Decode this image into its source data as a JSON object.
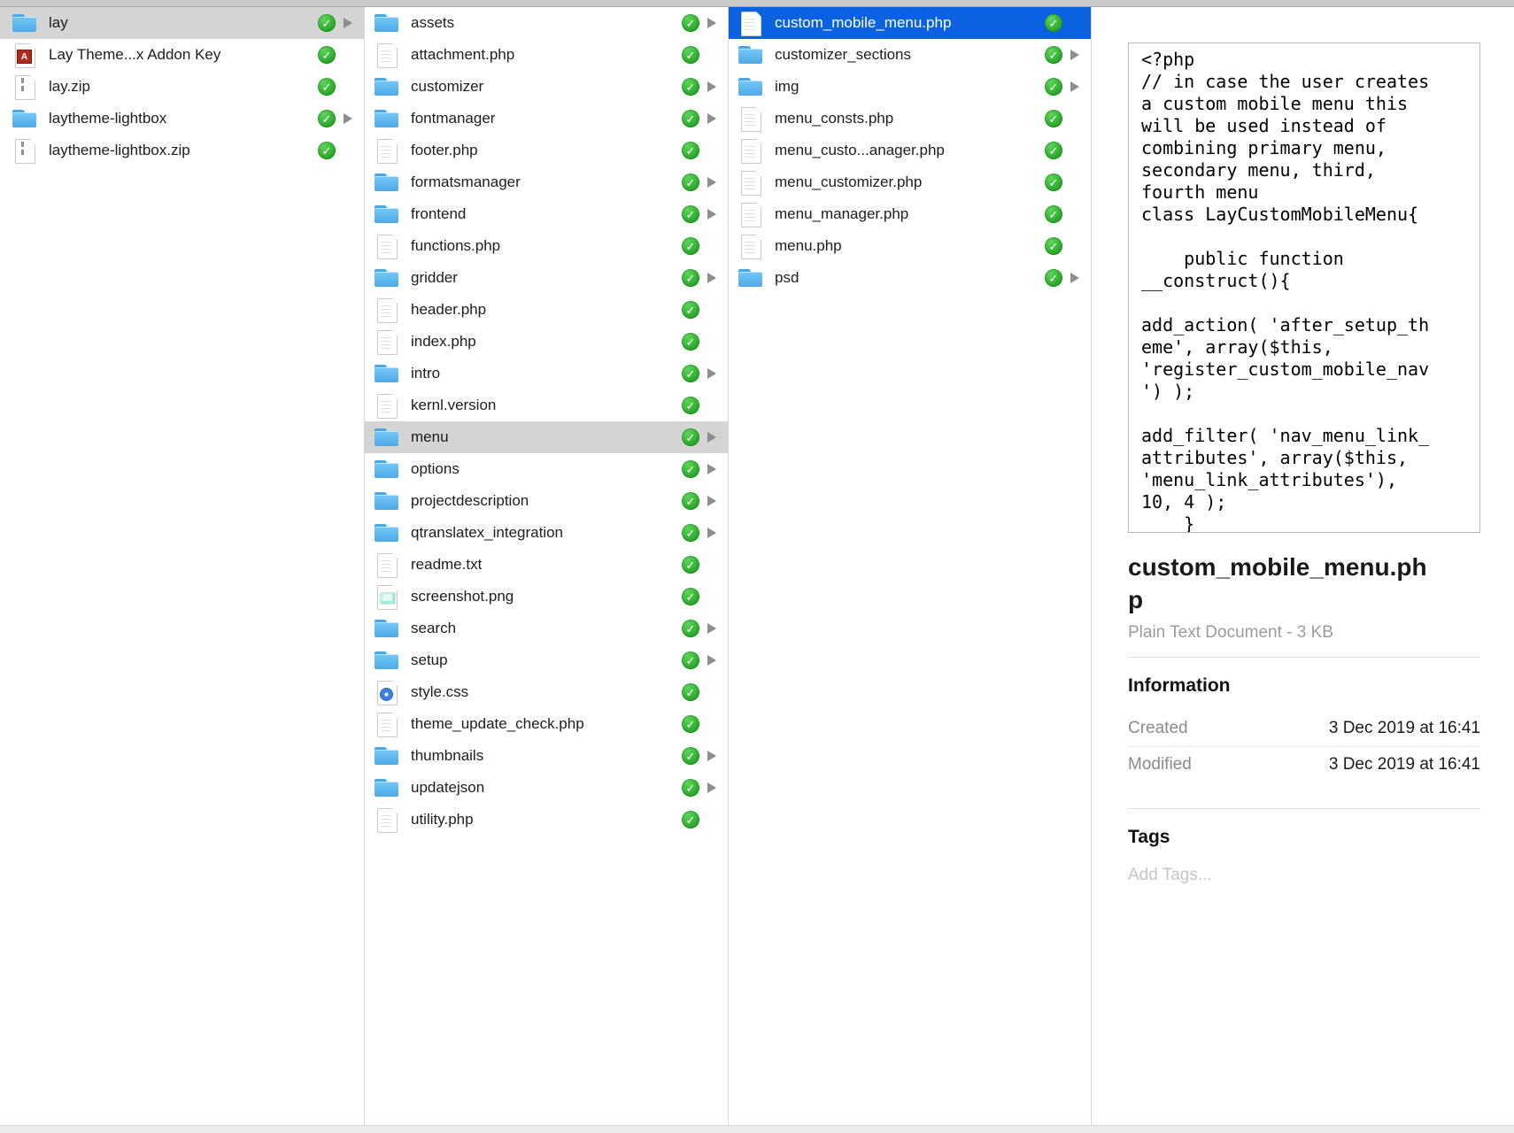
{
  "colors": {
    "selection_blue": "#0a62e1",
    "selection_gray": "#d4d4d4",
    "badge_green": "#2ca52c",
    "folder_blue": "#58b2ea",
    "arrow_gray": "#8d8d8d",
    "placeholder": "#c5c5c9"
  },
  "columns": [
    {
      "items": [
        {
          "label": "lay",
          "icon": "folder",
          "badge": "synced",
          "arrow": true,
          "selected": "inactive"
        },
        {
          "label": "Lay Theme...x Addon Key",
          "icon": "pdf",
          "badge": "synced",
          "arrow": false
        },
        {
          "label": "lay.zip",
          "icon": "zip",
          "badge": "synced",
          "arrow": false
        },
        {
          "label": "laytheme-lightbox",
          "icon": "folder",
          "badge": "synced",
          "arrow": true
        },
        {
          "label": "laytheme-lightbox.zip",
          "icon": "zip",
          "badge": "synced",
          "arrow": false
        }
      ]
    },
    {
      "items": [
        {
          "label": "assets",
          "icon": "folder",
          "badge": "synced",
          "arrow": true
        },
        {
          "label": "attachment.php",
          "icon": "doc",
          "badge": "synced",
          "arrow": false
        },
        {
          "label": "customizer",
          "icon": "folder",
          "badge": "synced",
          "arrow": true
        },
        {
          "label": "fontmanager",
          "icon": "folder",
          "badge": "synced",
          "arrow": true
        },
        {
          "label": "footer.php",
          "icon": "doc",
          "badge": "synced",
          "arrow": false
        },
        {
          "label": "formatsmanager",
          "icon": "folder",
          "badge": "synced",
          "arrow": true
        },
        {
          "label": "frontend",
          "icon": "folder",
          "badge": "synced",
          "arrow": true
        },
        {
          "label": "functions.php",
          "icon": "doc",
          "badge": "synced",
          "arrow": false
        },
        {
          "label": "gridder",
          "icon": "folder",
          "badge": "synced",
          "arrow": true
        },
        {
          "label": "header.php",
          "icon": "doc",
          "badge": "synced",
          "arrow": false
        },
        {
          "label": "index.php",
          "icon": "doc",
          "badge": "synced",
          "arrow": false
        },
        {
          "label": "intro",
          "icon": "folder",
          "badge": "synced",
          "arrow": true
        },
        {
          "label": "kernl.version",
          "icon": "doc",
          "badge": "synced",
          "arrow": false
        },
        {
          "label": "menu",
          "icon": "folder",
          "badge": "synced",
          "arrow": true,
          "selected": "inactive"
        },
        {
          "label": "options",
          "icon": "folder",
          "badge": "synced",
          "arrow": true
        },
        {
          "label": "projectdescription",
          "icon": "folder",
          "badge": "synced",
          "arrow": true
        },
        {
          "label": "qtranslatex_integration",
          "icon": "folder",
          "badge": "synced",
          "arrow": true
        },
        {
          "label": "readme.txt",
          "icon": "doc",
          "badge": "synced",
          "arrow": false
        },
        {
          "label": "screenshot.png",
          "icon": "img",
          "badge": "synced",
          "arrow": false
        },
        {
          "label": "search",
          "icon": "folder",
          "badge": "synced",
          "arrow": true
        },
        {
          "label": "setup",
          "icon": "folder",
          "badge": "synced",
          "arrow": true
        },
        {
          "label": "style.css",
          "icon": "css",
          "badge": "synced",
          "arrow": false
        },
        {
          "label": "theme_update_check.php",
          "icon": "doc",
          "badge": "synced",
          "arrow": false
        },
        {
          "label": "thumbnails",
          "icon": "folder",
          "badge": "synced",
          "arrow": true
        },
        {
          "label": "updatejson",
          "icon": "folder",
          "badge": "synced",
          "arrow": true
        },
        {
          "label": "utility.php",
          "icon": "doc",
          "badge": "synced",
          "arrow": false
        }
      ]
    },
    {
      "items": [
        {
          "label": "custom_mobile_menu.php",
          "icon": "doc",
          "badge": "synced",
          "arrow": false,
          "selected": "active"
        },
        {
          "label": "customizer_sections",
          "icon": "folder",
          "badge": "synced",
          "arrow": true
        },
        {
          "label": "img",
          "icon": "folder",
          "badge": "synced",
          "arrow": true
        },
        {
          "label": "menu_consts.php",
          "icon": "doc",
          "badge": "synced",
          "arrow": false
        },
        {
          "label": "menu_custo...anager.php",
          "icon": "doc",
          "badge": "synced",
          "arrow": false
        },
        {
          "label": "menu_customizer.php",
          "icon": "doc",
          "badge": "synced",
          "arrow": false
        },
        {
          "label": "menu_manager.php",
          "icon": "doc",
          "badge": "synced",
          "arrow": false
        },
        {
          "label": "menu.php",
          "icon": "doc",
          "badge": "synced",
          "arrow": false
        },
        {
          "label": "psd",
          "icon": "folder",
          "badge": "synced",
          "arrow": true
        }
      ]
    }
  ],
  "preview": {
    "code_lines": [
      "<?php",
      "// in case the user creates",
      "a custom mobile menu this",
      "will be used instead of",
      "combining primary menu,",
      "secondary menu, third,",
      "fourth menu",
      "class LayCustomMobileMenu{",
      "",
      "    public function",
      "__construct(){",
      "",
      "add_action( 'after_setup_th",
      "eme', array($this,",
      "'register_custom_mobile_nav",
      "') );",
      "",
      "add_filter( 'nav_menu_link_",
      "attributes', array($this,",
      "'menu_link_attributes'),",
      "10, 4 );",
      "    }"
    ],
    "filename": "custom_mobile_menu.php",
    "kind": "Plain Text Document - 3 KB",
    "information_heading": "Information",
    "fields": [
      {
        "label": "Created",
        "value": "3 Dec 2019 at 16:41"
      },
      {
        "label": "Modified",
        "value": "3 Dec 2019 at 16:41"
      }
    ],
    "tags_heading": "Tags",
    "add_tags_placeholder": "Add Tags..."
  }
}
